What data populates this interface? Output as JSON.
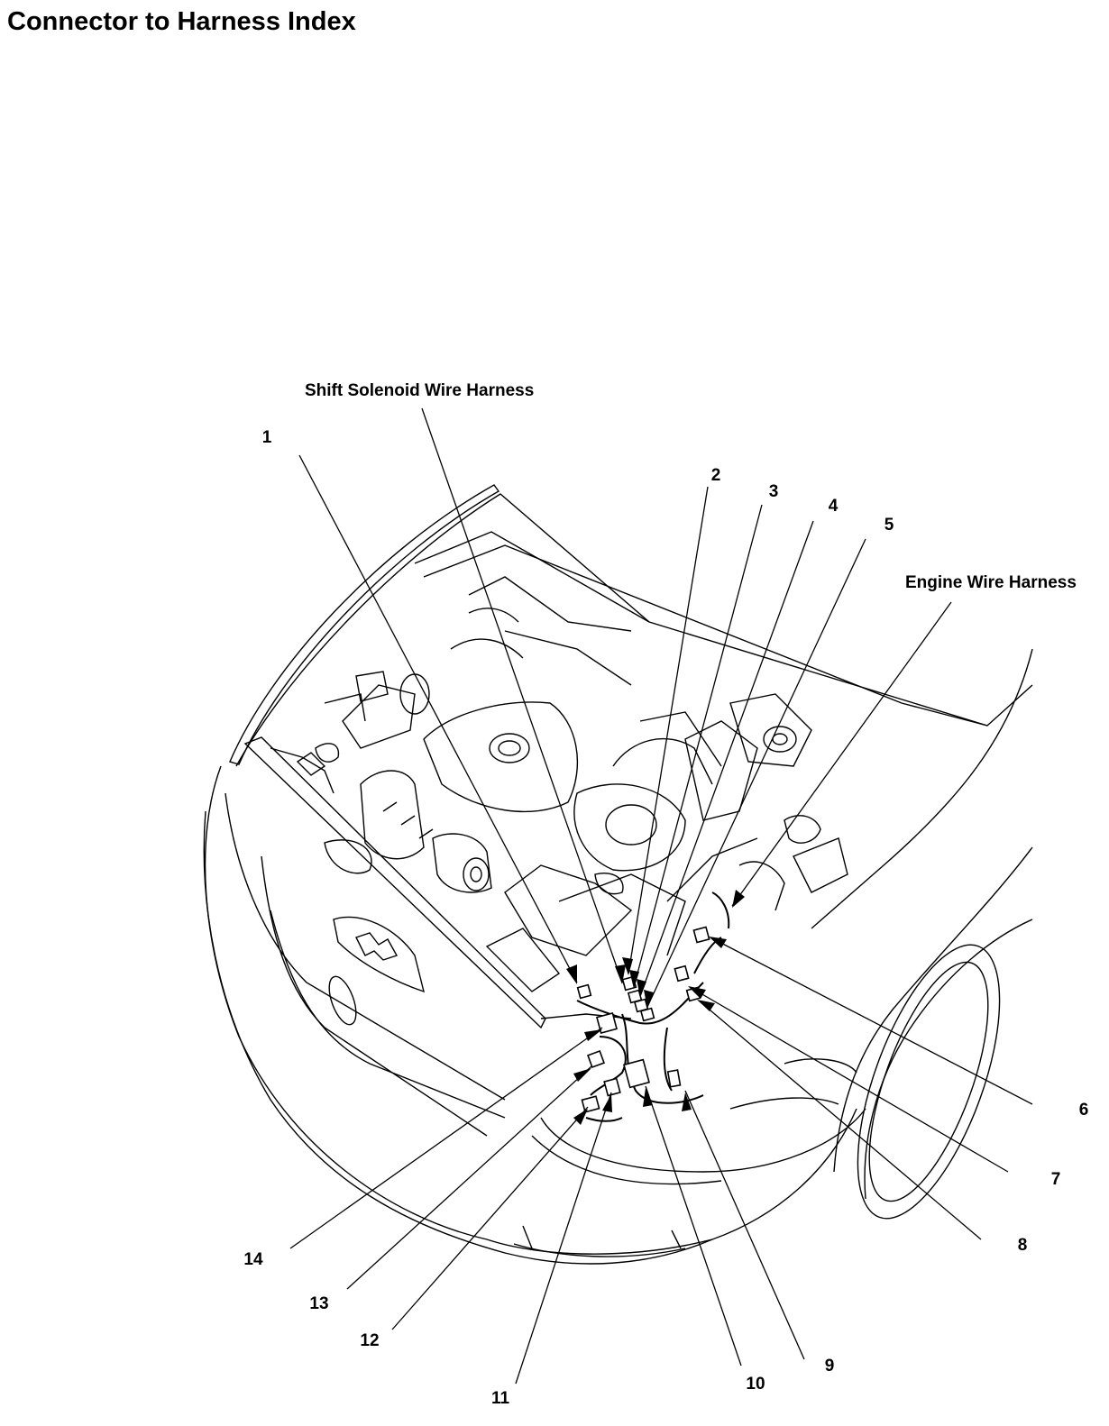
{
  "title": "Connector to Harness Index",
  "harness_labels": {
    "shift_solenoid": "Shift Solenoid Wire Harness",
    "engine": "Engine Wire Harness"
  },
  "callouts": [
    "1",
    "2",
    "3",
    "4",
    "5",
    "6",
    "7",
    "8",
    "9",
    "10",
    "11",
    "12",
    "13",
    "14"
  ]
}
